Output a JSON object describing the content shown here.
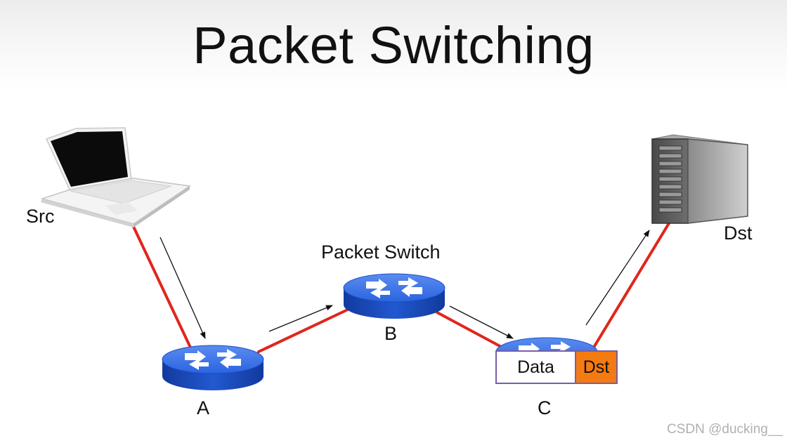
{
  "title": "Packet Switching",
  "nodes": {
    "src": "Src",
    "dst": "Dst",
    "router_a": "A",
    "router_b": "B",
    "router_c": "C",
    "switch_label": "Packet Switch"
  },
  "packet": {
    "data": "Data",
    "dst": "Dst",
    "dst_color": "#f47b12"
  },
  "colors": {
    "link": "#e0261c",
    "router": "#1f5ad6",
    "router_dark": "#123a9e"
  },
  "icons": [
    "laptop-icon",
    "server-icon",
    "router-icon"
  ],
  "watermark": "CSDN @ducking__"
}
